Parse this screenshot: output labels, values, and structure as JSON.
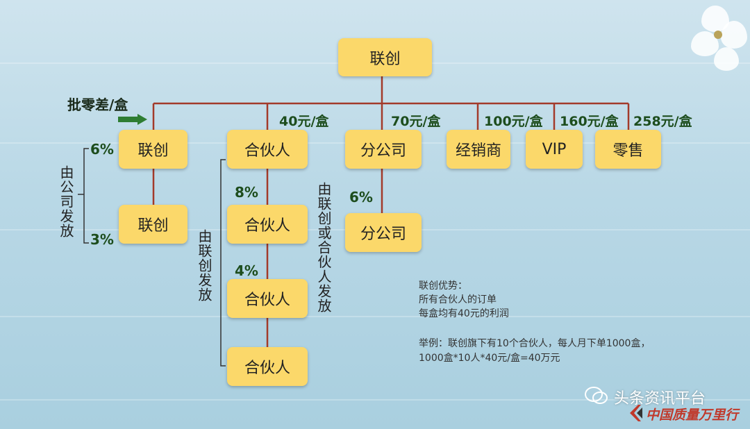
{
  "nodes": {
    "top": "联创",
    "lianchuang": "联创",
    "lianchuang_sub": "联创",
    "partner": "合伙人",
    "partner2": "合伙人",
    "partner3": "合伙人",
    "partner4": "合伙人",
    "branch": "分公司",
    "branch_sub": "分公司",
    "dealer": "经销商",
    "vip": "VIP",
    "retail": "零售"
  },
  "labels": {
    "wholesale": "批零差/盒",
    "price_partner": "40元/盒",
    "price_branch": "70元/盒",
    "price_dealer": "100元/盒",
    "price_vip": "160元/盒",
    "price_retail": "258元/盒",
    "pct_6_left": "6%",
    "pct_3_left": "3%",
    "pct_8": "8%",
    "pct_4": "4%",
    "pct_6_branch": "6%"
  },
  "vertical_text": {
    "company_issue": "由公司发放",
    "lianchuang_issue": "由联创发放",
    "lianchuang_or_partner_issue": "由联创或合伙人发放"
  },
  "notes": {
    "advantage_title": "联创优势：",
    "advantage_line1": "所有合伙人的订单",
    "advantage_line2": "每盒均有40元的利润",
    "example_line1": "举例：联创旗下有10个合伙人，每人月下单1000盒，",
    "example_line2": "1000盒*10人*40元/盒=40万元"
  },
  "watermark": {
    "platform": "头条资讯平台",
    "brand": "中国质量万里行"
  },
  "colors": {
    "node_fill": "#fbd86a",
    "connector": "#a33a2a",
    "label_green": "#1d4d1d",
    "arrow_green": "#2e7d32"
  }
}
